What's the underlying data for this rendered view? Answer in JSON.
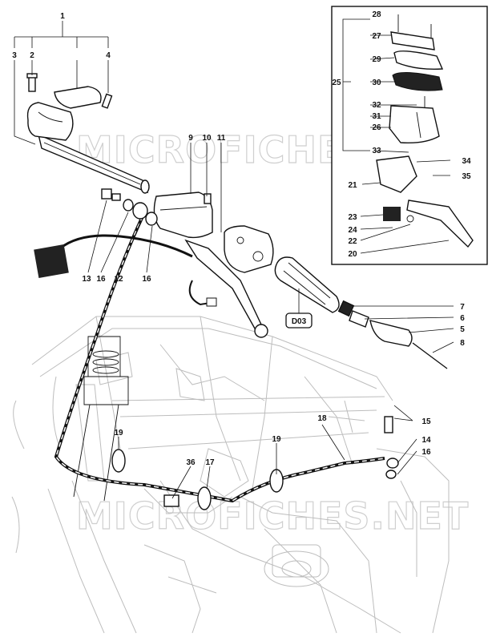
{
  "watermark": {
    "top": "MICROFICHES.NET",
    "bottom": "MICROFICHES.NET"
  },
  "reference_box_label": "D03",
  "labels": {
    "n1": "1",
    "n2": "2",
    "n3": "3",
    "n4": "4",
    "n5": "5",
    "n6": "6",
    "n7": "7",
    "n8": "8",
    "n9": "9",
    "n10": "10",
    "n11": "11",
    "n12": "12",
    "n13": "13",
    "n14": "14",
    "n15": "15",
    "n16a": "16",
    "n16b": "16",
    "n16c": "16",
    "n17": "17",
    "n18": "18",
    "n19a": "19",
    "n19b": "19",
    "n20": "20",
    "n21": "21",
    "n22": "22",
    "n23": "23",
    "n24": "24",
    "n25": "25",
    "n26": "26",
    "n27": "27",
    "n28": "28",
    "n29": "29",
    "n30": "30",
    "n31": "31",
    "n32": "32",
    "n33": "33",
    "n34": "34",
    "n35": "35",
    "n36": "36"
  }
}
